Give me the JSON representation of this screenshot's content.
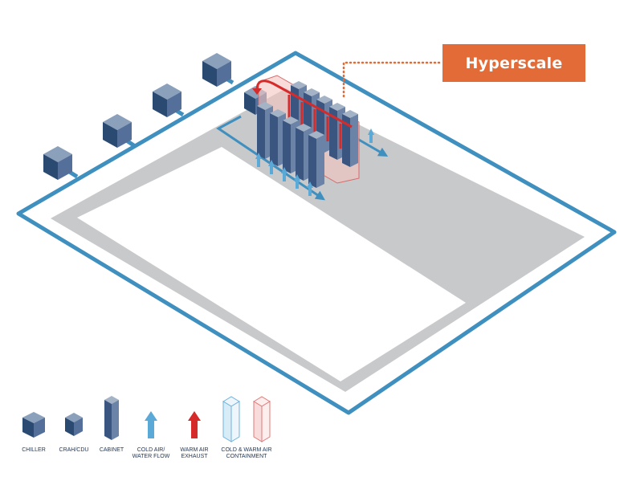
{
  "title": "Hyperscale",
  "legend": [
    {
      "key": "chiller",
      "label": "CHILLER",
      "icon": "chiller-icon"
    },
    {
      "key": "crah",
      "label": "CRAH/CDU",
      "icon": "crah-cdu-icon"
    },
    {
      "key": "cabinet",
      "label": "CABINET",
      "icon": "cabinet-icon"
    },
    {
      "key": "cold",
      "label": "COLD AIR/\nWATER FLOW",
      "icon": "cold-air-arrow-icon"
    },
    {
      "key": "warm",
      "label": "WARM AIR\nEXHAUST",
      "icon": "warm-air-arrow-icon"
    },
    {
      "key": "containment",
      "label": "COLD & WARM AIR\nCONTAINMENT",
      "icon": "containment-icon"
    }
  ],
  "colors": {
    "accent_orange": "#e36b37",
    "pipe_blue": "#3f8fbf",
    "cold_arrow": "#5aa9d6",
    "warm_arrow": "#d52b2b",
    "equipment": "#4e6a8f",
    "floor_gray": "#c8c9cb"
  }
}
